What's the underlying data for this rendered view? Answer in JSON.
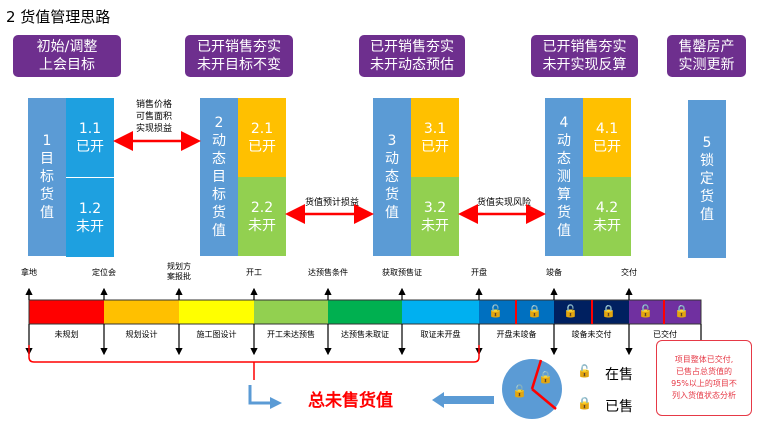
{
  "title": "2  货值管理思路",
  "phases": [
    {
      "line1": "初始/调整",
      "line2": "上会目标"
    },
    {
      "line1": "已开销售夯实",
      "line2": "未开目标不变"
    },
    {
      "line1": "已开销售夯实",
      "line2": "未开动态预估"
    },
    {
      "line1": "已开销售夯实",
      "line2": "未开实现反算"
    },
    {
      "line1": "售罄房产",
      "line2": "实测更新"
    }
  ],
  "columns": [
    {
      "chars": [
        "1",
        "目",
        "标",
        "货",
        "值"
      ],
      "top": {
        "num": "1.1",
        "label": "已开"
      },
      "bottom": {
        "num": "1.2",
        "label": "未开"
      }
    },
    {
      "chars": [
        "2",
        "动",
        "态",
        "目",
        "标",
        "货",
        "值"
      ],
      "top": {
        "num": "2.1",
        "label": "已开"
      },
      "bottom": {
        "num": "2.2",
        "label": "未开"
      }
    },
    {
      "chars": [
        "3",
        "动",
        "态",
        "货",
        "值"
      ],
      "top": {
        "num": "3.1",
        "label": "已开"
      },
      "bottom": {
        "num": "3.2",
        "label": "未开"
      }
    },
    {
      "chars": [
        "4",
        "动",
        "态",
        "测",
        "算",
        "货",
        "值"
      ],
      "top": {
        "num": "4.1",
        "label": "已开"
      },
      "bottom": {
        "num": "4.2",
        "label": "未开"
      }
    },
    {
      "chars": [
        "5",
        "锁",
        "定",
        "货",
        "值"
      ]
    }
  ],
  "arrows": {
    "a1": [
      "销售价格",
      "可售面积",
      "实现损益"
    ],
    "a2": "货值预计损益",
    "a3": "货值实现风险"
  },
  "milestones": [
    "拿地",
    "定位会",
    "规划方",
    "案报批",
    "开工",
    "达预售条件",
    "获取预售证",
    "开盘",
    "竣备",
    "交付"
  ],
  "stages": [
    "未规划",
    "规划设计",
    "施工图设计",
    "开工未达预售",
    "达预售未取证",
    "取证未开盘",
    "开盘未竣备",
    "竣备未交付",
    "已交付"
  ],
  "colors": {
    "red": "#FF0000",
    "orange": "#FFC000",
    "yellow": "#FFFF00",
    "green": "#00B050",
    "blue": "#00B0F0",
    "dark_blue": "#0070C0",
    "navy": "#002060",
    "purple": "#7030A0"
  },
  "summary": "总未售货值",
  "legend": {
    "open": "在售",
    "sold": "已售"
  },
  "note": [
    "项目整体已交付,",
    "已售占总货值的",
    "95%以上的项目不",
    "列入货值状态分析"
  ],
  "icons": [
    "lock-open-icon",
    "lock-closed-icon"
  ]
}
